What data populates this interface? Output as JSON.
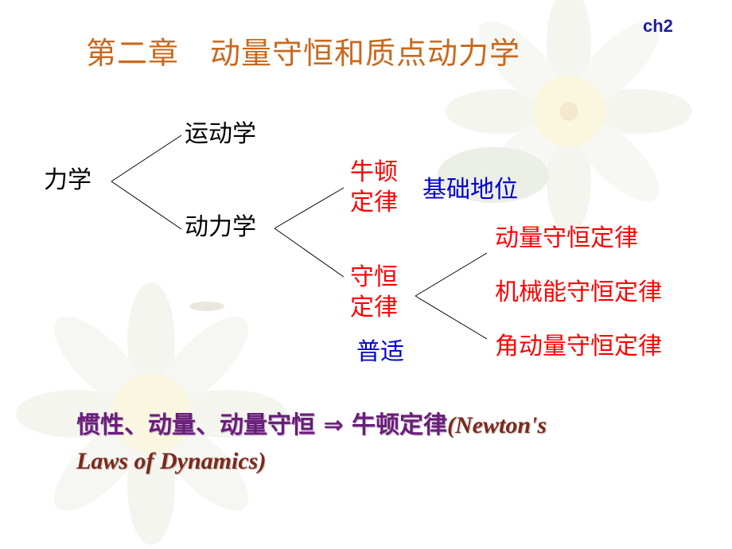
{
  "slide": {
    "tag": "ch2",
    "title": "第二章　动量守恒和质点动力学",
    "root": "力学",
    "branch_kinematics": "运动学",
    "branch_dynamics": "动力学",
    "newton_line1": "牛顿",
    "newton_line2": "定律",
    "newton_note": "基础地位",
    "conservation_line1": "守恒",
    "conservation_line2": "定律",
    "conservation_note": "普适",
    "law_momentum": "动量守恒定律",
    "law_mechanical_energy": "机械能守恒定律",
    "law_angular_momentum": "角动量守恒定律",
    "summary_cn": "惯性、动量、动量守恒 ⇒ 牛顿定律",
    "summary_en_part1": "(Newton's",
    "summary_en_part2": "Laws of Dynamics)"
  },
  "colors": {
    "title": "#c8691e",
    "tag": "#1d1d9e",
    "red": "#ff0000",
    "blue": "#0000cc",
    "summary": "#6a1e7a"
  }
}
